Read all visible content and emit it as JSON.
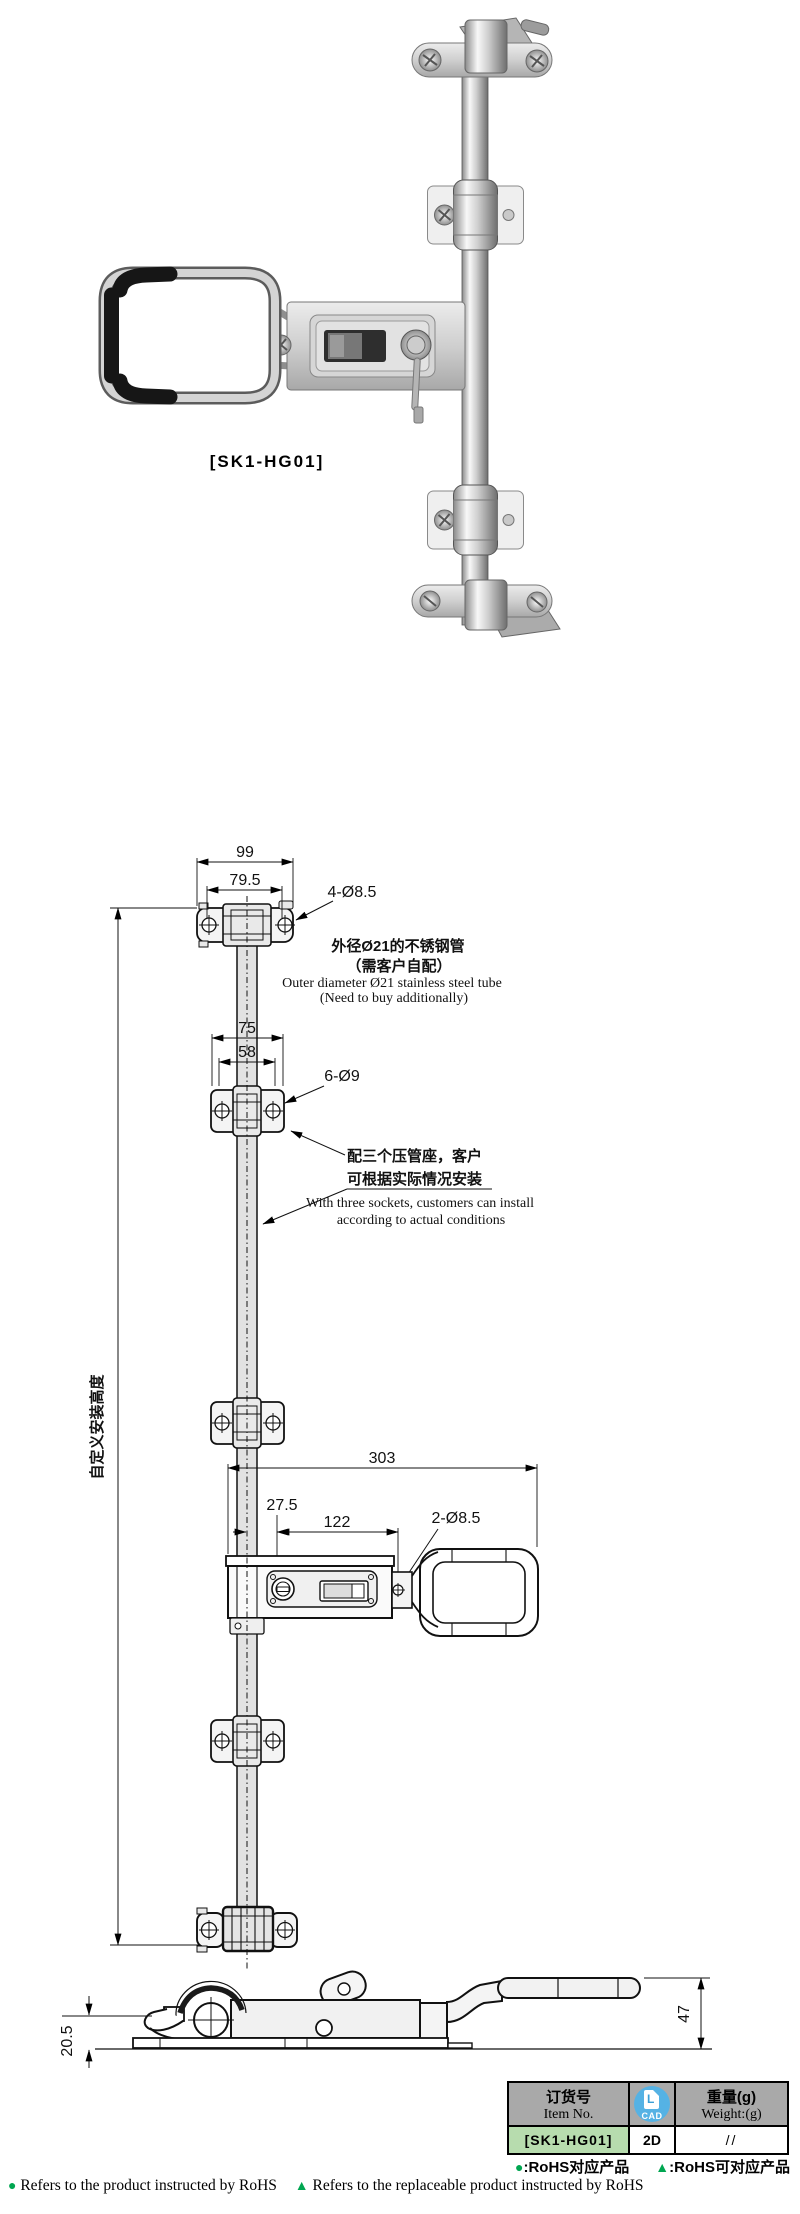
{
  "product": {
    "label": "[SK1-HG01]"
  },
  "drawing": {
    "dims": {
      "w99": "99",
      "w79_5": "79.5",
      "holes4": "4-Ø8.5",
      "w75": "75",
      "w58": "58",
      "holes6": "6-Ø9",
      "l303": "303",
      "l27_5": "27.5",
      "l122": "122",
      "holes2": "2-Ø8.5",
      "h20_5": "20.5",
      "h47": "47"
    },
    "notes": {
      "custom_height_cn": "自定义安装高度",
      "tube_cn1": "外径Ø21的不锈钢管",
      "tube_cn2": "（需客户自配）",
      "tube_en1": "Outer diameter Ø21 stainless steel tube",
      "tube_en2": "(Need to buy additionally)",
      "socket_cn1": "配三个压管座，客户",
      "socket_cn2": "可根据实际情况安装",
      "socket_en1": "With three sockets, customers can install",
      "socket_en2": "according to actual conditions"
    }
  },
  "table": {
    "header": {
      "item_no_cn": "订货号",
      "item_no_en": "Item No.",
      "cad_icon_label": "CAD",
      "weight_cn": "重量(g)",
      "weight_en": "Weight:(g)"
    },
    "row": {
      "item_no": "[SK1-HG01]",
      "cad": "2D",
      "weight": "//"
    }
  },
  "footer": {
    "cn_dot_mark": "●",
    "cn_dot_label": ":RoHS对应产品",
    "cn_tri_mark": "▲",
    "cn_tri_label": ":RoHS可对应产品",
    "en_dot_mark": "●",
    "en_dot_label": "Refers to the product instructed by RoHS",
    "en_tri_mark": "▲",
    "en_tri_label": "Refers to the replaceable product instructed by RoHS"
  },
  "colors": {
    "accent_green": "#00a651",
    "table_header_bg": "#a9a9a9",
    "item_cell_bg": "#b7dcae",
    "cad_blue": "#55b2e4"
  }
}
